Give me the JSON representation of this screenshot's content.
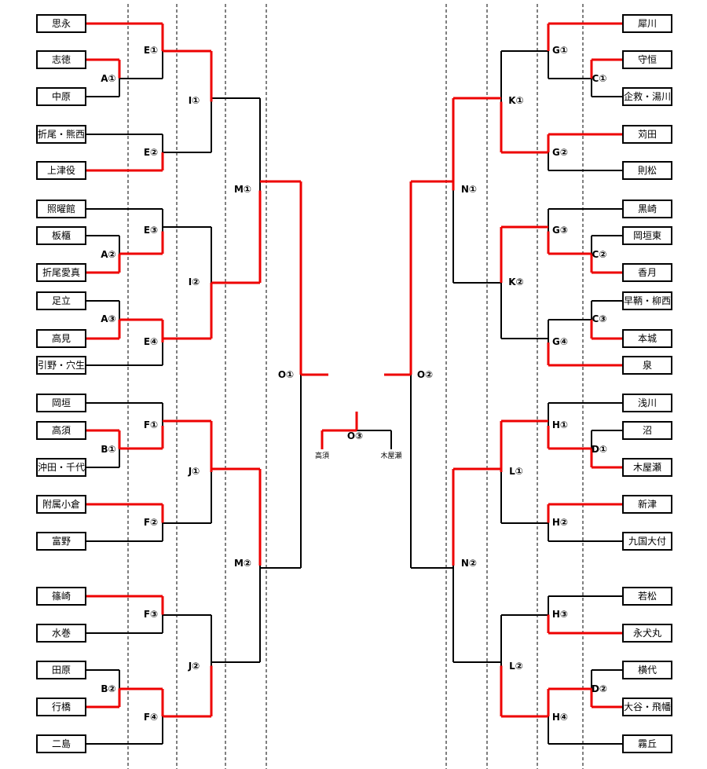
{
  "left_teams": [
    "思永",
    "志徳",
    "中原",
    "折尾・熊西",
    "上津役",
    "照曜館",
    "板櫃",
    "折尾愛真",
    "足立",
    "高見",
    "引野・穴生",
    "岡垣",
    "高須",
    "沖田・千代",
    "附属小倉",
    "富野",
    "篠崎",
    "水巻",
    "田原",
    "行橋",
    "二島"
  ],
  "right_teams": [
    "犀川",
    "守恒",
    "企救・湯川",
    "苅田",
    "則松",
    "黒崎",
    "岡垣東",
    "香月",
    "早鞆・柳西",
    "本城",
    "泉",
    "浅川",
    "沼",
    "木屋瀬",
    "新津",
    "九国大付",
    "若松",
    "永犬丸",
    "横代",
    "大谷・飛幡",
    "霧丘"
  ],
  "matches": {
    "A1": "A①",
    "A2": "A②",
    "A3": "A③",
    "B1": "B①",
    "B2": "B②",
    "C1": "C①",
    "C2": "C②",
    "C3": "C③",
    "D1": "D①",
    "D2": "D②",
    "E1": "E①",
    "E2": "E②",
    "E3": "E③",
    "E4": "E④",
    "F1": "F①",
    "F2": "F②",
    "F3": "F③",
    "F4": "F④",
    "G1": "G①",
    "G2": "G②",
    "G3": "G③",
    "G4": "G④",
    "H1": "H①",
    "H2": "H②",
    "H3": "H③",
    "H4": "H④",
    "I1": "I①",
    "I2": "I②",
    "J1": "J①",
    "J2": "J②",
    "K1": "K①",
    "K2": "K②",
    "L1": "L①",
    "L2": "L②",
    "M1": "M①",
    "M2": "M②",
    "N1": "N①",
    "N2": "N②",
    "O1": "O①",
    "O2": "O②",
    "O3": "O③"
  },
  "third_place": {
    "left": "高須",
    "right": "木屋瀬"
  },
  "colors": {
    "winner": "#ee0000",
    "line": "#000000",
    "divider": "#000000"
  }
}
